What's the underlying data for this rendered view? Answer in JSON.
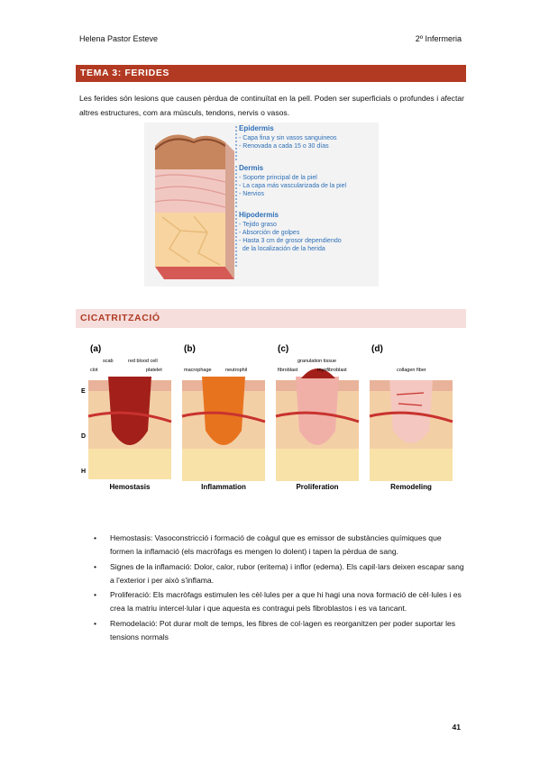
{
  "header": {
    "author": "Helena Pastor Esteve",
    "course": "2º Infermeria"
  },
  "sections": {
    "topic_title": "TEMA 3: FERIDES",
    "healing_title": "CICATRITZACIÓ"
  },
  "intro": "Les ferides són lesions que causen pèrdua de continuïtat en la pell. Poden ser superficials o profundes i afectar altres estructures, com ara músculs, tendons, nervis o vasos.",
  "skin_figure": {
    "epidermis": {
      "title": "Epidermis",
      "items": [
        "- Capa fina y sin vasos sanguineos",
        "- Renovada a cada 15 o 30 días"
      ]
    },
    "dermis": {
      "title": "Dermis",
      "items": [
        "- Soporte principal de la piel",
        "- La capa más vascularizada de la piel",
        "- Nervios"
      ]
    },
    "hypodermis": {
      "title": "Hipodermis",
      "items": [
        "- Tejido graso",
        "- Absorción de golpes",
        "- Hasta 3 cm de grosor dependiendo",
        "  de la localización de la herida"
      ]
    }
  },
  "healing_figure": {
    "layer_letters": [
      "E",
      "D",
      "H"
    ],
    "panels": [
      {
        "letter": "(a)",
        "labels": [
          "scab",
          "red blood cell",
          "clot",
          "platelet"
        ],
        "caption": "Hemostasis"
      },
      {
        "letter": "(b)",
        "labels": [
          "macrophage",
          "neutrophil"
        ],
        "caption": "Inflammation"
      },
      {
        "letter": "(c)",
        "labels": [
          "granulation tissue",
          "fibroblast",
          "myofibroblast"
        ],
        "caption": "Proliferation"
      },
      {
        "letter": "(d)",
        "labels": [
          "collagen fiber"
        ],
        "caption": "Remodeling"
      }
    ]
  },
  "bullet_symbol": "•",
  "bullets": [
    "Hemostasis: Vasoconstricció i formació de coàgul que es emissor de substàncies químiques que formen la inflamació (els macròfags es mengen lo dolent) i tapen la pèrdua de sang.",
    "Signes de la inflamació: Dolor, calor, rubor (eritema) i inflor (edema). Els capil·lars deixen escapar sang a l'exterior i per això s'inflama.",
    "Proliferació: Els macròfags estimulen les cèl·lules per a que hi hagi una nova formació de cèl·lules i es crea la matriu intercel·lular i que aquesta es contragui pels fibroblastos i es va tancant.",
    "Remodelació: Pot durar molt de temps, les fibres de col·lagen es reorganitzen per poder suportar les tensions normals"
  ],
  "page_number": "41",
  "colors": {
    "band_dark": "#b33a22",
    "band_light": "#f6dedd",
    "accent_text": "#b03a22",
    "figure_blue": "#2d6fb7"
  }
}
